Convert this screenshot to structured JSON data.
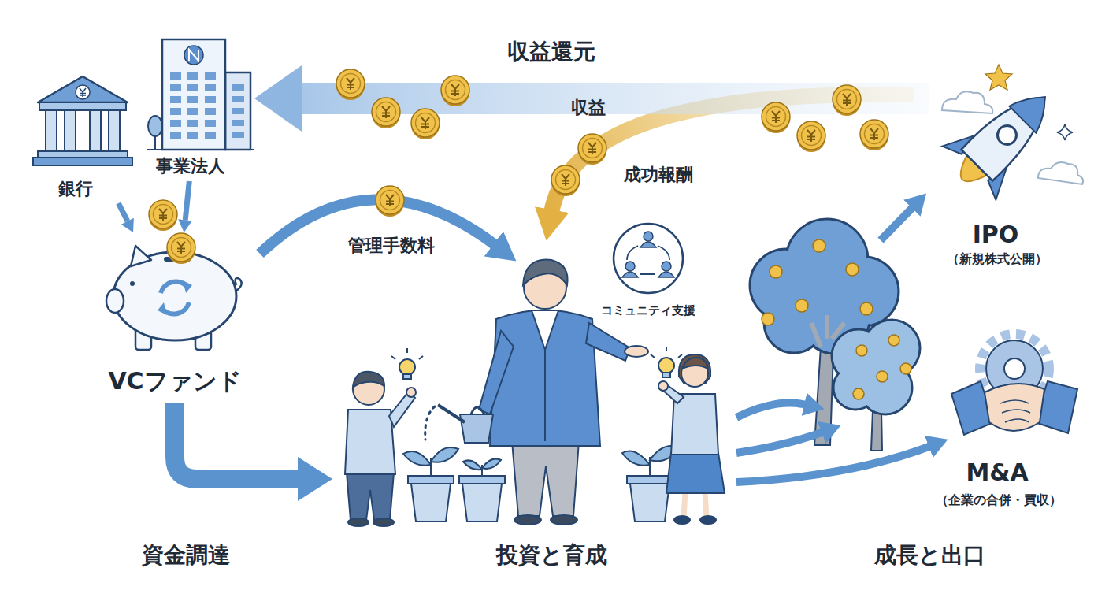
{
  "diagram": {
    "nodes": [
      {
        "text": [
          "銀行"
        ]
      },
      {
        "text": [
          "事業法人"
        ]
      },
      {
        "text": [
          "VCファンド"
        ]
      },
      {
        "text": [
          "コミュニティ支援"
        ]
      },
      {
        "text": [
          "IPO",
          "（新規株式公開）"
        ]
      },
      {
        "text": [
          "M&A",
          "（企業の合併・買収）"
        ]
      }
    ],
    "edges": [
      {
        "from": 0,
        "to": 2,
        "arrow": "to"
      },
      {
        "from": 1,
        "to": 2,
        "arrow": "to"
      },
      {
        "from": 4,
        "to": 1,
        "label": "収益",
        "arrow": "to"
      }
    ],
    "labels": [
      "収益還元",
      "管理手数料",
      "成功報酬",
      "資金調達",
      "投資と育成",
      "成長と出口"
    ]
  }
}
